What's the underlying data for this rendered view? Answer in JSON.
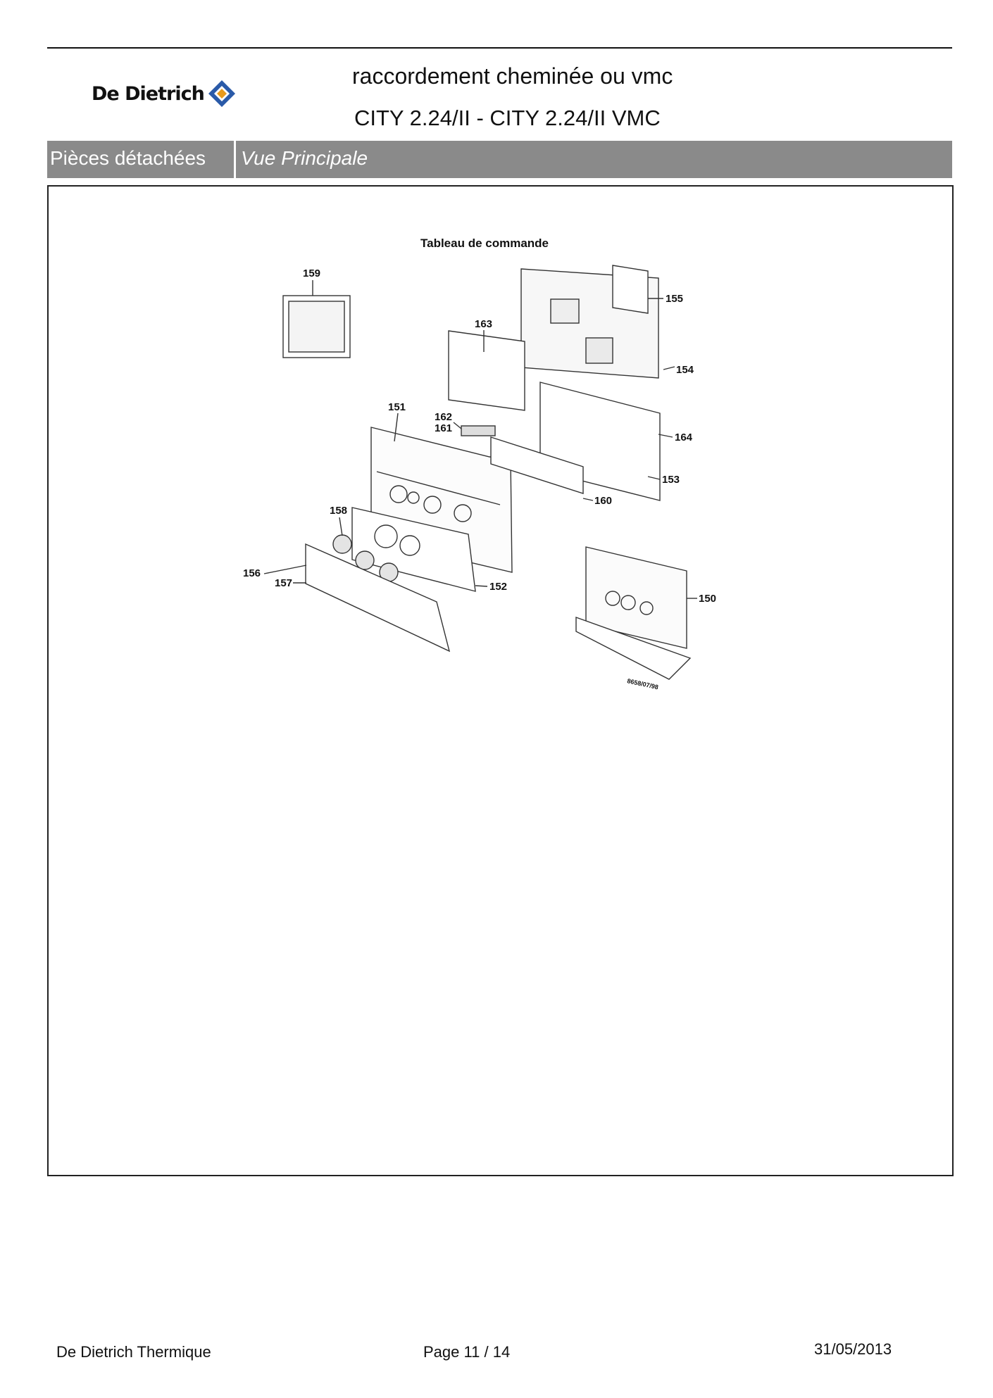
{
  "brand": {
    "name": "De Dietrich"
  },
  "header": {
    "title": "raccordement cheminée ou vmc",
    "subtitle": "CITY 2.24/II - CITY 2.24/II VMC"
  },
  "tabs": {
    "section": "Pièces détachées",
    "view": "Vue Principale"
  },
  "diagram": {
    "title": "Tableau de commande",
    "parts": [
      "159",
      "155",
      "163",
      "154",
      "151",
      "162",
      "161",
      "164",
      "153",
      "160",
      "158",
      "156",
      "157",
      "152",
      "150"
    ],
    "code": "8658/07/98"
  },
  "footer": {
    "company": "De Dietrich Thermique",
    "page_label": "Page",
    "page_number": "11",
    "page_sep": "/",
    "page_total": "14",
    "date": "31/05/2013"
  },
  "colors": {
    "tab_background": "#8a8a8a",
    "logo_blue": "#2a5aa8",
    "logo_orange": "#e89a1c"
  }
}
